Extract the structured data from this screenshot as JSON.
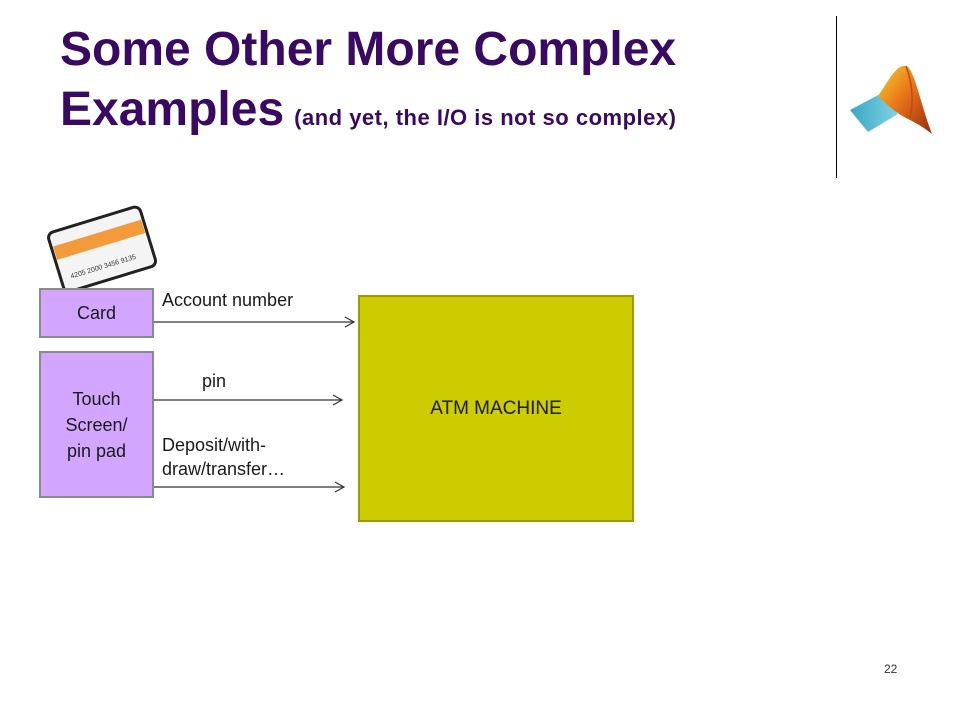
{
  "slide": {
    "title_main": "Some Other More Complex Examples",
    "title_sub": "(and yet, the I/O is not so complex)",
    "page_number": "22"
  },
  "card_graphic": {
    "card_number": "4205 2000 3456 9135",
    "stripe_color": "#f39a3c"
  },
  "diagram": {
    "inputs": [
      {
        "label": "Card"
      },
      {
        "label": "Touch\nScreen/\npin pad"
      }
    ],
    "machine": {
      "label": "ATM MACHINE"
    },
    "arrows": [
      {
        "label": "Account number"
      },
      {
        "label": "pin"
      },
      {
        "label": "Deposit/with-\ndraw/transfer…"
      }
    ]
  },
  "icons": {
    "logo": "matlab-logo-icon",
    "card": "credit-card-icon"
  },
  "colors": {
    "title": "#3a0a63",
    "input_box": "#d2a6ff",
    "machine_box": "#cccc00"
  }
}
